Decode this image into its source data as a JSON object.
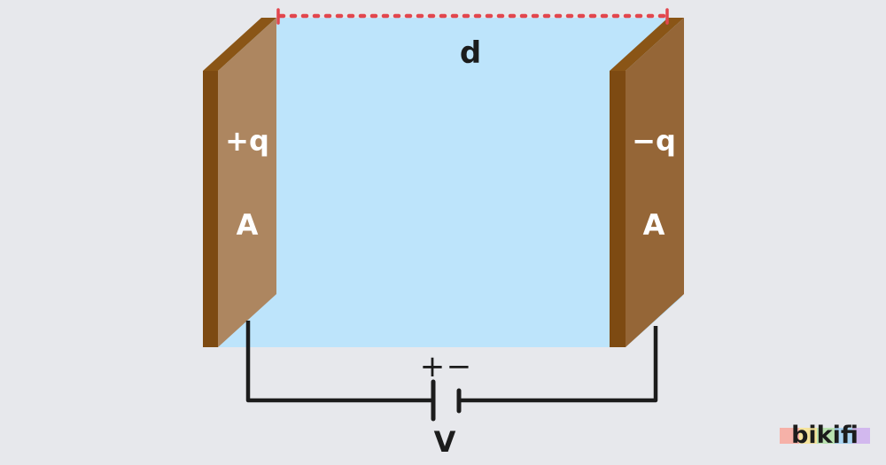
{
  "diagram": {
    "distance_label": "d",
    "left_plate": {
      "charge_label": "+q",
      "area_label": "A"
    },
    "right_plate": {
      "charge_label": "−q",
      "area_label": "A"
    },
    "battery": {
      "plus_sign": "+",
      "minus_sign": "−",
      "voltage_label": "V"
    }
  },
  "branding": {
    "logo_text": "bikifi"
  },
  "colors": {
    "background": "#e7e8ec",
    "dielectric": "#bde4fb",
    "plate_face_left": "#ad8660",
    "plate_face_right": "#956637",
    "plate_edge": "#7d4a12",
    "distance_marker": "#e2464d",
    "wire": "#1c1c1c"
  }
}
